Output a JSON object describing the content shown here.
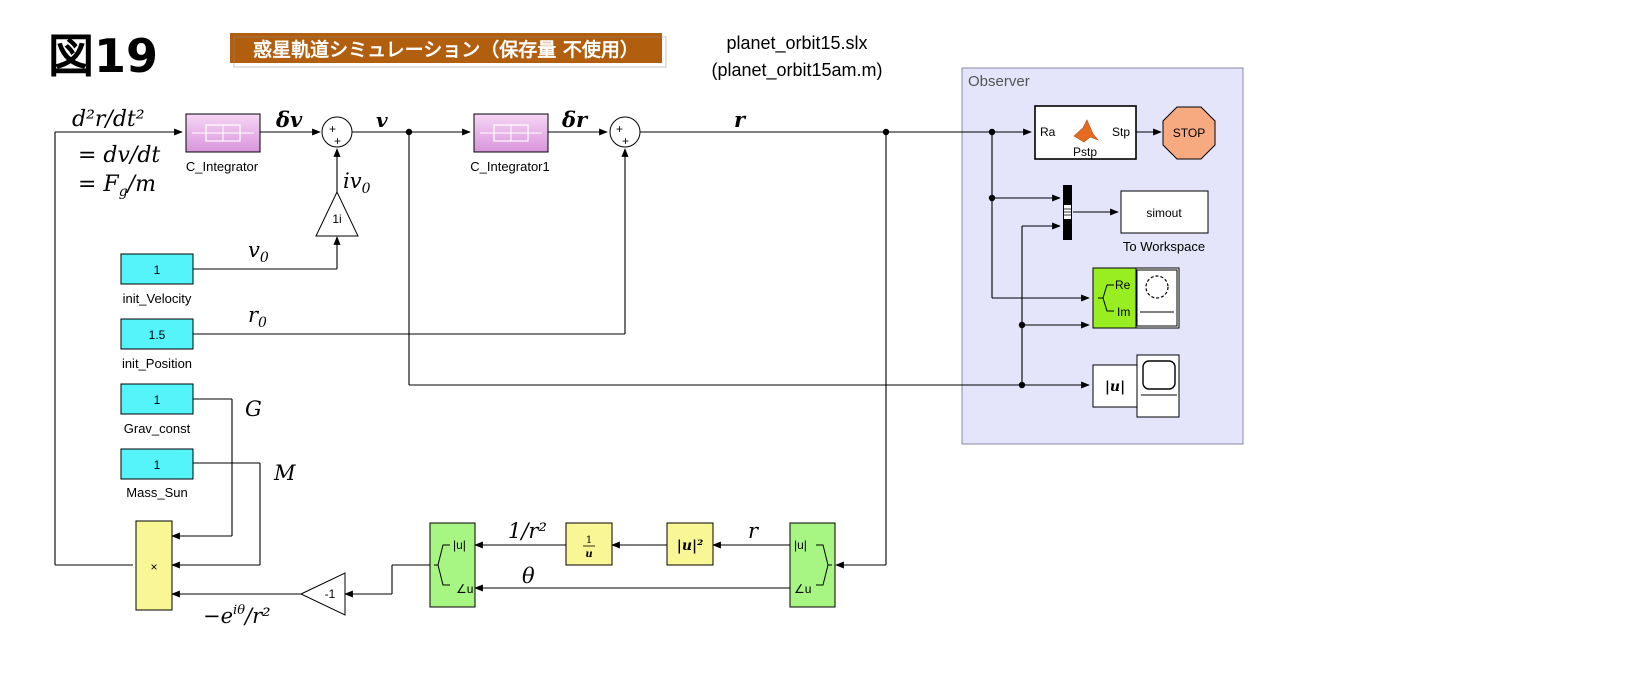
{
  "figure_label": "図19",
  "title_banner": "惑星軌道シミュレーション（保存量 不使用）",
  "model_file": "planet_orbit15.slx",
  "script_file": "(planet_orbit15am.m)",
  "observer_label": "Observer",
  "colors": {
    "banner_bg": "#b15e0e",
    "integrator": "#e9b7ea",
    "constant": "#55f4fa",
    "product": "#f9f795",
    "complex": "#a7f583",
    "complex_dark": "#99ee22",
    "observer_bg": "#e4e4fb",
    "stop": "#f7a97f"
  },
  "blocks": {
    "c_integrator": "C_Integrator",
    "c_integrator1": "C_Integrator1",
    "gain_1i": "1i",
    "gain_neg1": "-1",
    "init_velocity": {
      "value": "1",
      "name": "init_Velocity"
    },
    "init_position": {
      "value": "1.5",
      "name": "init_Position"
    },
    "grav_const": {
      "value": "1",
      "name": "Grav_const"
    },
    "mass_sun": {
      "value": "1",
      "name": "Mass_Sun"
    },
    "product_symbol": "×",
    "reciprocal_num": "1",
    "reciprocal_den": "u",
    "abs_squared": "|u|²",
    "to_polar_port_abs": "|u|",
    "to_polar_port_angle": "∠u",
    "from_polar_port_abs": "|u|",
    "from_polar_port_angle": "∠u",
    "pstp": {
      "left_port": "Ra",
      "right_port": "Stp",
      "name": "Pstp"
    },
    "stop": "STOP",
    "simout": {
      "value": "simout",
      "name": "To Workspace"
    },
    "xy_graph": {
      "port_re": "Re",
      "port_im": "Im"
    },
    "abs_block": "|u|",
    "sum_plus": "+"
  },
  "signals": {
    "accel": "d²r/dt²",
    "accel_eq1": "= dv/dt",
    "accel_eq2": "= F",
    "accel_eq2_sub": "g",
    "accel_eq2_tail": "/m",
    "delta_v": "δv",
    "v": "v",
    "iv0": "iv",
    "iv0_sub": "0",
    "v0": "v",
    "v0_sub": "0",
    "r0": "r",
    "r0_sub": "0",
    "delta_r": "δr",
    "r_vec": "r",
    "G": "G",
    "M": "M",
    "inv_r2": "1/r²",
    "r_scalar": "r",
    "theta": "θ",
    "force_dir": "−e",
    "force_dir_sup": "iθ",
    "force_dir_tail": "/r²"
  }
}
